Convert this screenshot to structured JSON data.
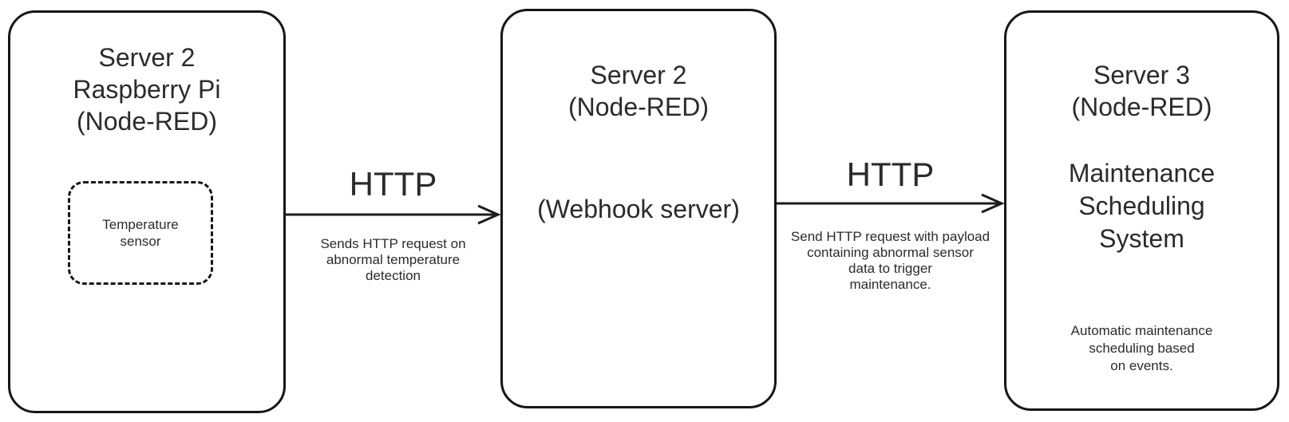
{
  "palette": {
    "background": "#ffffff",
    "stroke": "#161616",
    "text": "#2b2b2b"
  },
  "nodes": [
    {
      "id": "server2-raspberry-pi",
      "title": "Server 2\nRaspberry Pi\n(Node-RED)",
      "children": [
        {
          "id": "temperature-sensor",
          "label": "Temperature\nsensor",
          "style": "dashed"
        }
      ]
    },
    {
      "id": "server2-webhook",
      "title": "Server 2\n(Node-RED)",
      "subtitle": "(Webhook server)"
    },
    {
      "id": "server3-maintenance",
      "title": "Server 3\n(Node-RED)",
      "subtitle": "Maintenance\nScheduling\nSystem",
      "note": "Automatic maintenance\nscheduling based\non events."
    }
  ],
  "edges": [
    {
      "from": "server2-raspberry-pi",
      "to": "server2-webhook",
      "protocol": "HTTP",
      "description": "Sends HTTP request on\nabnormal temperature\ndetection"
    },
    {
      "from": "server2-webhook",
      "to": "server3-maintenance",
      "protocol": "HTTP",
      "description": "Send HTTP request with payload\ncontaining abnormal sensor\ndata to trigger\nmaintenance."
    }
  ]
}
